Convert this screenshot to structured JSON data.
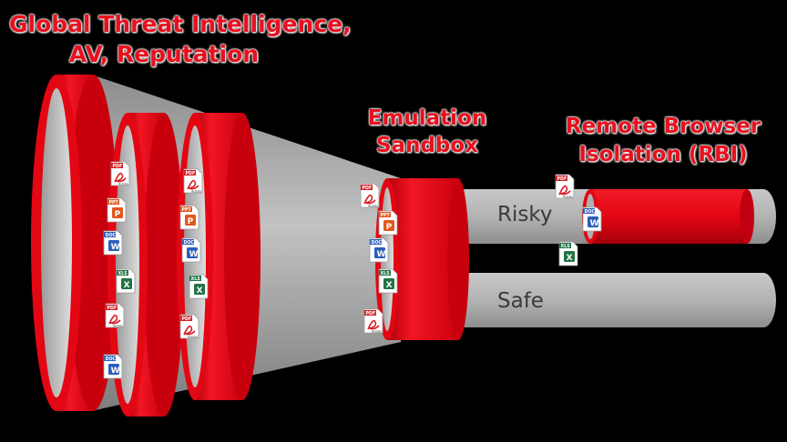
{
  "labels": {
    "stage1": [
      "Global Threat Intelligence,",
      "AV, Reputation"
    ],
    "stage2": [
      "Emulation",
      "Sandbox"
    ],
    "stage3": [
      "Remote Browser",
      "Isolation (RBI)"
    ]
  },
  "pipes": {
    "risky": "Risky",
    "safe": "Safe"
  },
  "file_icons": {
    "pdf": {
      "tag": "PDF",
      "brand": "Adobe",
      "color": "#d61f26"
    },
    "ppt": {
      "tag": "PPT",
      "letter": "P",
      "color": "#e2571e"
    },
    "doc": {
      "tag": "DOC",
      "letter": "W",
      "color": "#2b5eb8"
    },
    "xls": {
      "tag": "XLS",
      "letter": "X",
      "color": "#217346"
    }
  },
  "colors": {
    "ring_red": "#e30613",
    "funnel_gray": "#a9a9a9",
    "background": "#000000"
  }
}
